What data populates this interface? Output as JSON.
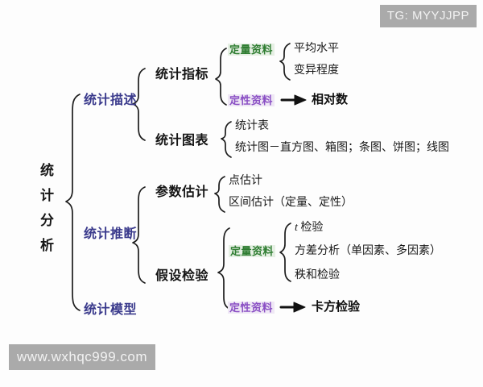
{
  "diagram": {
    "title": "统计分析",
    "root": {
      "label": "统计分析",
      "chars": [
        "统",
        "计",
        "分",
        "析"
      ]
    },
    "colors": {
      "level1_text": "#3a3a8c",
      "level2_text": "#151515",
      "quantitative_tag_text": "#2f7d32",
      "quantitative_tag_bg": "#e6f0e4",
      "qualitative_tag_text": "#8a4fc4",
      "qualitative_tag_bg": "#efe8f5",
      "brace": "#1c1c1c",
      "watermark_bg": "#aaaaaa",
      "watermark_text": "#f2f2f2",
      "background": "#fdfdfd"
    },
    "level1": [
      {
        "id": "desc",
        "label": "统计描述"
      },
      {
        "id": "infer",
        "label": "统计推断"
      },
      {
        "id": "model",
        "label": "统计模型"
      }
    ],
    "level2": [
      {
        "id": "indicator",
        "label": "统计指标"
      },
      {
        "id": "charts",
        "label": "统计图表"
      },
      {
        "id": "param-est",
        "label": "参数估计"
      },
      {
        "id": "hyp-test",
        "label": "假设检验"
      }
    ],
    "tags": {
      "quantitative": "定量资料",
      "qualitative": "定性资料"
    },
    "leaves": {
      "mean_level": "平均水平",
      "variation_degree": "变异程度",
      "relative_number": "相对数",
      "stat_table": "统计表",
      "stat_graph": "统计图－直方图、箱图；条图、饼图；线图",
      "point_estimate": "点估计",
      "interval_estimate": "区间估计（定量、定性）",
      "t_test_italic": "t",
      "t_test_rest": " 检验",
      "anova": "方差分析（单因素、多因素）",
      "rank_sum_test": "秩和检验",
      "chi_square_test": "卡方检验"
    },
    "arrow_icon": "right-arrow"
  },
  "watermarks": {
    "top_right": "TG: MYYJJPP",
    "bottom_left": "www.wxhqc999.com"
  }
}
